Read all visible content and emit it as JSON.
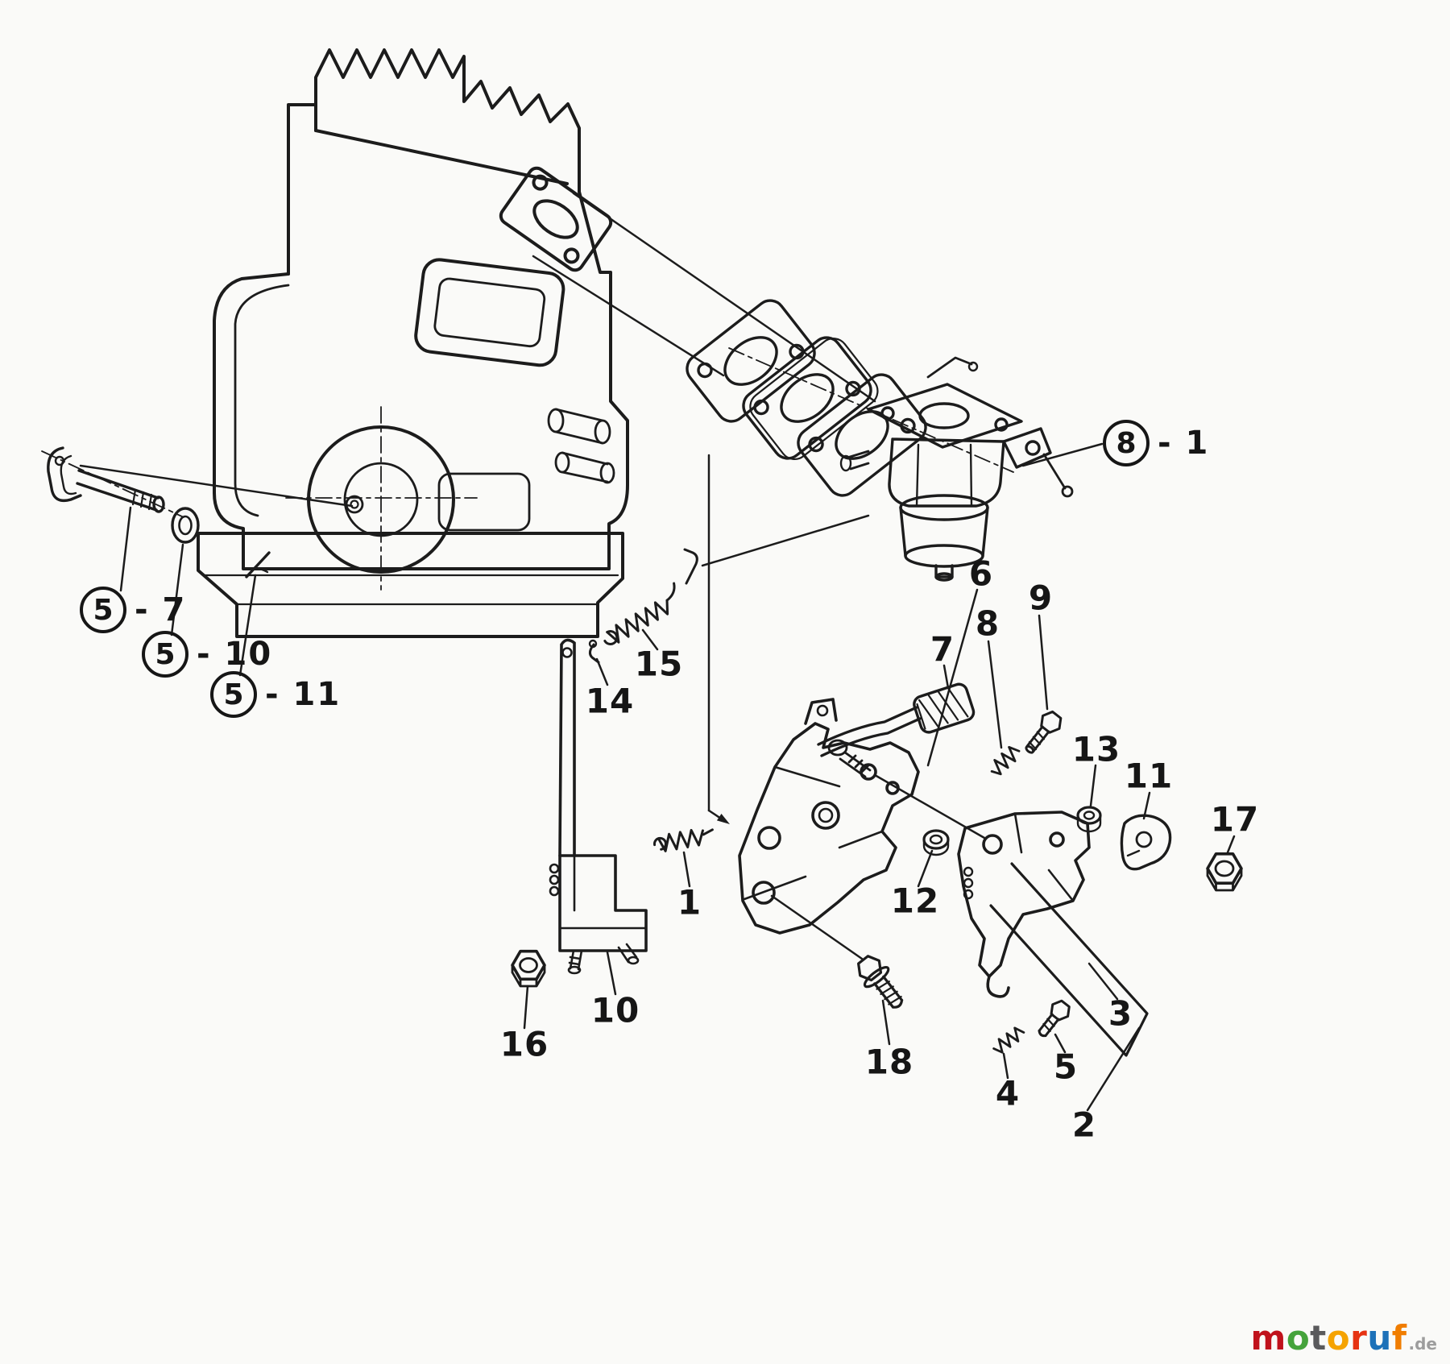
{
  "diagram": {
    "line_color": "#1c1c1c",
    "background_color": "#fafaf8"
  },
  "callouts": {
    "circled": [
      {
        "circle": "5",
        "suffix": "- 7"
      },
      {
        "circle": "5",
        "suffix": "- 10"
      },
      {
        "circle": "5",
        "suffix": "- 11"
      },
      {
        "circle": "8",
        "suffix": "- 1"
      }
    ],
    "plain": [
      {
        "label": "6"
      },
      {
        "label": "9"
      },
      {
        "label": "8"
      },
      {
        "label": "7"
      },
      {
        "label": "15"
      },
      {
        "label": "14"
      },
      {
        "label": "13"
      },
      {
        "label": "11"
      },
      {
        "label": "17"
      },
      {
        "label": "12"
      },
      {
        "label": "1"
      },
      {
        "label": "10"
      },
      {
        "label": "16"
      },
      {
        "label": "18"
      },
      {
        "label": "4"
      },
      {
        "label": "5"
      },
      {
        "label": "3"
      },
      {
        "label": "2"
      }
    ]
  },
  "watermark": {
    "letters": [
      {
        "ch": "m",
        "color": "#c0121c"
      },
      {
        "ch": "o",
        "color": "#45a33b"
      },
      {
        "ch": "t",
        "color": "#5a5a5c"
      },
      {
        "ch": "o",
        "color": "#f5a300"
      },
      {
        "ch": "r",
        "color": "#e63312"
      },
      {
        "ch": "u",
        "color": "#1d71b8"
      },
      {
        "ch": "f",
        "color": "#f07d00"
      }
    ],
    "suffix": ".de",
    "suffix_color": "#9d9d9d"
  }
}
